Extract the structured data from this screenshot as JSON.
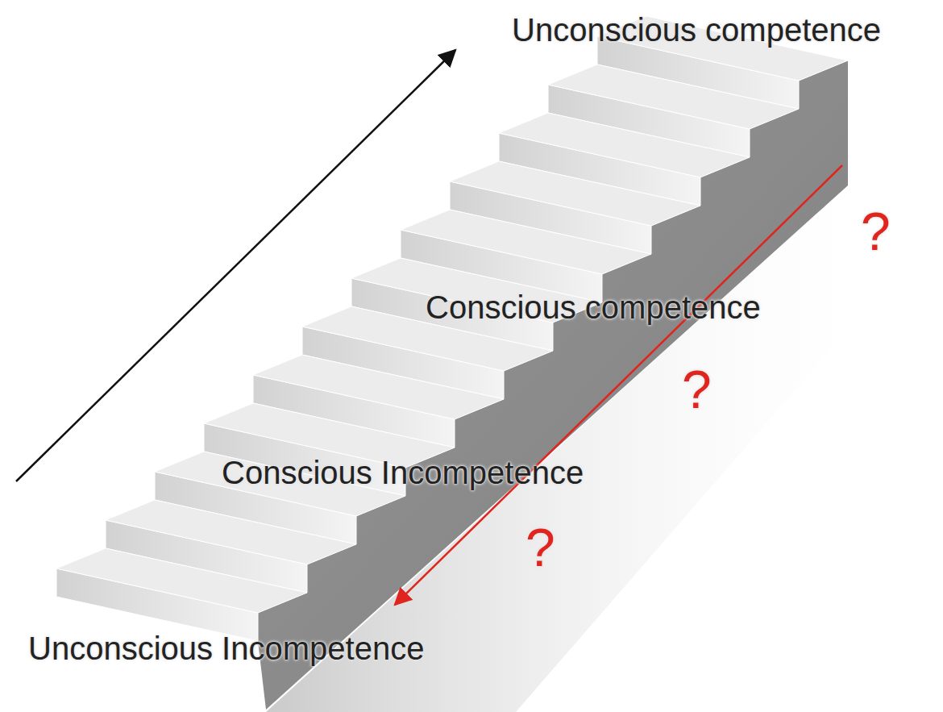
{
  "diagram": {
    "labels": [
      "Unconscious competence",
      "Conscious competence",
      "Conscious Incompetence",
      "Unconscious Incompetence",
      "?",
      "?",
      "?"
    ]
  }
}
